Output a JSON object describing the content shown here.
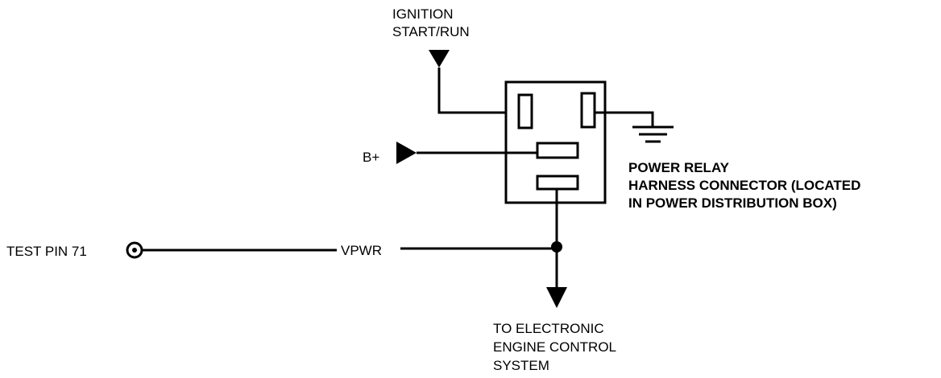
{
  "labels": {
    "ignition_line1": "IGNITION",
    "ignition_line2": "START/RUN",
    "b_plus": "B+",
    "relay_line1": "POWER RELAY",
    "relay_line2": "HARNESS CONNECTOR (LOCATED",
    "relay_line3": "IN POWER DISTRIBUTION BOX)",
    "test_pin": "TEST PIN 71",
    "vpwr": "VPWR",
    "eec_line1": "TO ELECTRONIC",
    "eec_line2": "ENGINE CONTROL",
    "eec_line3": "SYSTEM"
  },
  "colors": {
    "ink": "#000000",
    "background": "#ffffff"
  }
}
